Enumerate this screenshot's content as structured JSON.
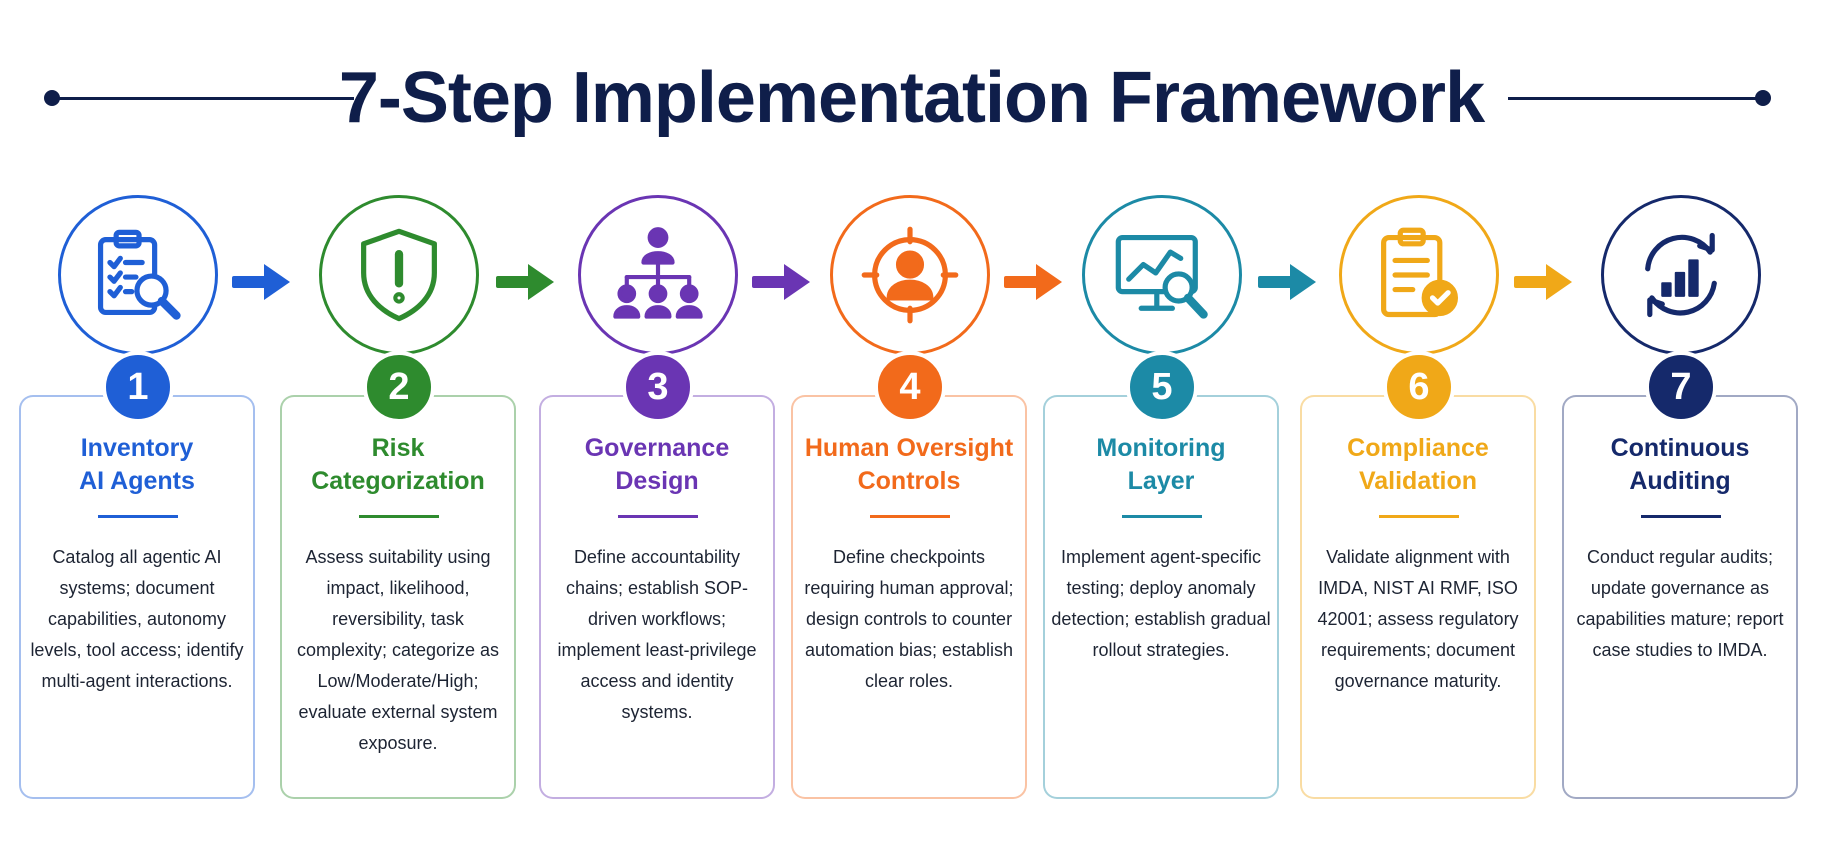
{
  "header": {
    "title": "7-Step Implementation Framework"
  },
  "steps": [
    {
      "number": "1",
      "heading": "Inventory\nAI Agents",
      "icon": "clipboard-search-icon",
      "color": "#1f5fd6",
      "description": "Catalog all agentic AI systems; document capabilities, autonomy levels, tool access; identify multi-agent interactions."
    },
    {
      "number": "2",
      "heading": "Risk\nCategorization",
      "icon": "shield-alert-icon",
      "color": "#2e8b2e",
      "description": "Assess suitability using impact, likelihood, reversibility, task complexity; categorize as Low/Moderate/High; evaluate external system exposure."
    },
    {
      "number": "3",
      "heading": "Governance\nDesign",
      "icon": "org-chart-icon",
      "color": "#6a35b3",
      "description": "Define accountability chains; establish SOP-driven workflows; implement least-privilege access and identity systems."
    },
    {
      "number": "4",
      "heading": "Human Oversight\nControls",
      "icon": "person-target-icon",
      "color": "#f26a1b",
      "description": "Define checkpoints requiring human approval; design controls to counter automation bias; establish clear roles."
    },
    {
      "number": "5",
      "heading": "Monitoring\nLayer",
      "icon": "monitor-search-icon",
      "color": "#1c8aa6",
      "description": "Implement agent-specific testing; deploy anomaly detection; establish gradual rollout strategies."
    },
    {
      "number": "6",
      "heading": "Compliance\nValidation",
      "icon": "document-check-icon",
      "color": "#f0a818",
      "description": "Validate alignment with IMDA, NIST AI RMF, ISO 42001; assess regulatory requirements; document governance maturity."
    },
    {
      "number": "7",
      "heading": "Continuous\nAuditing",
      "icon": "chart-cycle-icon",
      "color": "#15296b",
      "description": "Conduct regular audits; update governance as capabilities mature; report case studies to IMDA."
    }
  ]
}
